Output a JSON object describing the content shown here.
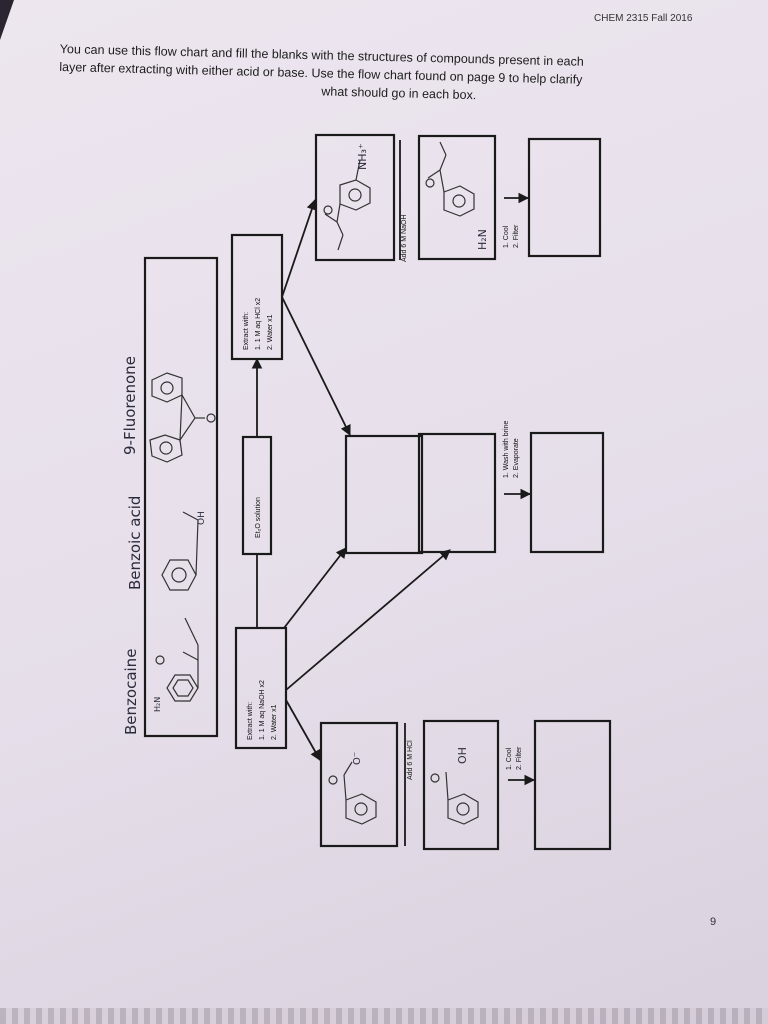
{
  "header": {
    "course": "CHEM 2315 Fall 2016"
  },
  "instructions": {
    "line1": "You can use this flow chart and fill the blanks with the structures of compounds present in each",
    "line2": "layer after extracting with either acid or base.  Use the flow chart found on page 9 to help clarify",
    "line3": "what should go in each box."
  },
  "page_number": "9",
  "start": {
    "labels": [
      "Benzocaine",
      "Benzoic acid",
      "9-Fluorenone"
    ],
    "benzocaine_amine": "H₂N",
    "benzoic_oh": "OH"
  },
  "solvent": "Et₂O solution",
  "extract_acid": {
    "title": "Extract with:",
    "step1": "1.  1 M aq HCl x2",
    "step2": "2.  Water x1"
  },
  "extract_base": {
    "title": "Extract with:",
    "step1": "1.  1 M aq NaOH x2",
    "step2": "2.  Water x1"
  },
  "add_naoh": "Add 6 M NaOH",
  "add_hcl": "Add 6 M HCl",
  "cool_filter_top": {
    "step1": "1.  Cool",
    "step2": "2.  Filter"
  },
  "cool_filter_bottom": {
    "step1": "1.  Cool",
    "step2": "2.  Filter"
  },
  "wash_evap": {
    "step1": "1.  Wash with brine",
    "step2": "2.  Evaporate"
  },
  "handwritten": {
    "ammonium": "NH₃⁺",
    "amine": "H₂N",
    "carboxylate_o": "O⁻",
    "acid_oh": "OH"
  }
}
